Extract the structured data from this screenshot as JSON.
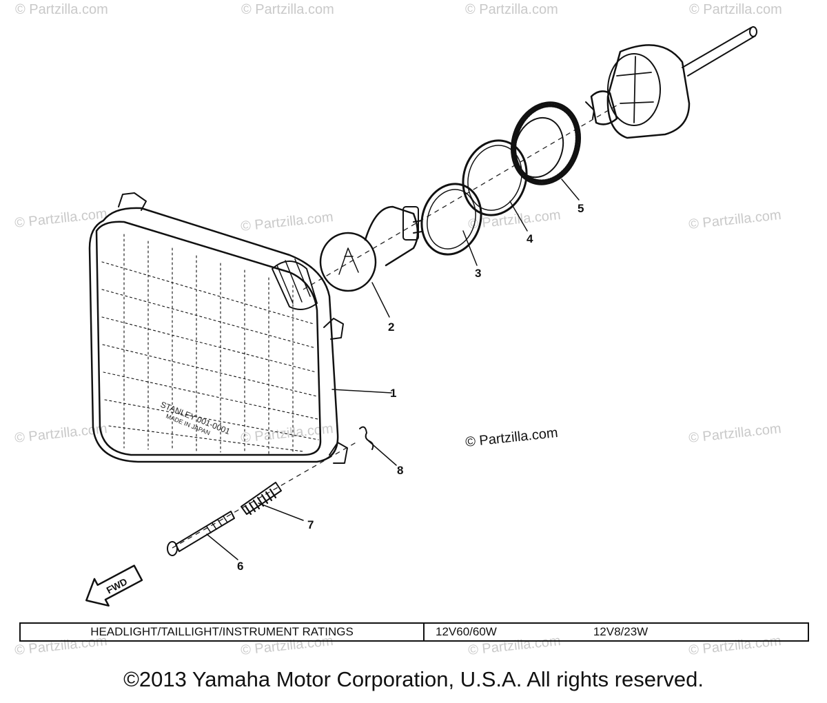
{
  "watermarks": {
    "text": "© Partzilla.com",
    "center_text": "© Partzilla.com"
  },
  "callouts": [
    "1",
    "2",
    "3",
    "4",
    "5",
    "6",
    "7",
    "8"
  ],
  "direction_arrow": {
    "label": "FWD",
    "icon": "arrow-left-icon"
  },
  "lens_marking": {
    "line1": "STANLEY 001-0001",
    "line2": "MADE IN JAPAN"
  },
  "ratings_table": {
    "label": "HEADLIGHT/TAILLIGHT/INSTRUMENT RATINGS",
    "value_1": "12V60/60W",
    "value_2": "12V8/23W"
  },
  "copyright": "©2013 Yamaha Motor Corporation, U.S.A. All rights reserved.",
  "colors": {
    "ink": "#111111",
    "watermark": "#c9c9c9",
    "background": "#ffffff"
  }
}
